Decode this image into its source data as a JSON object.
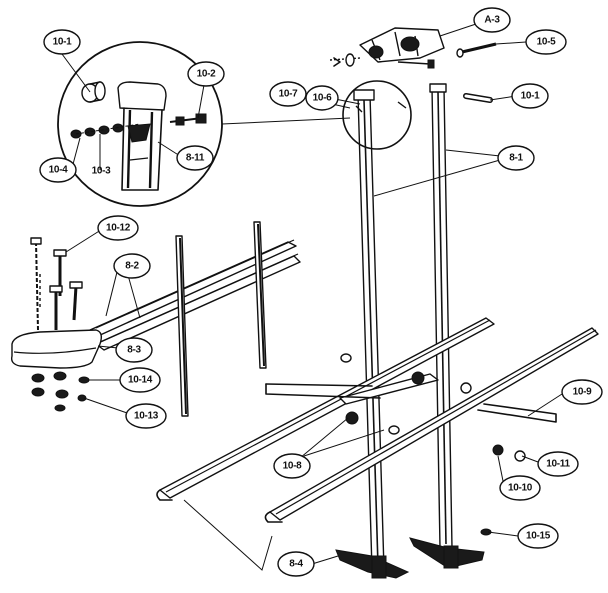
{
  "callouts": {
    "c_10_1a": "10-1",
    "c_10_2": "10-2",
    "c_10_4": "10-4",
    "c_10_3": "10-3",
    "c_8_11": "8-11",
    "c_10_7": "10-7",
    "c_10_6": "10-6",
    "c_a_3": "A-3",
    "c_10_5": "10-5",
    "c_10_1b": "10-1",
    "c_8_1": "8-1",
    "c_10_12": "10-12",
    "c_8_2": "8-2",
    "c_8_3": "8-3",
    "c_10_14": "10-14",
    "c_10_13": "10-13",
    "c_10_9": "10-9",
    "c_10_8": "10-8",
    "c_10_11": "10-11",
    "c_10_10": "10-10",
    "c_10_15": "10-15",
    "c_8_4": "8-4"
  }
}
